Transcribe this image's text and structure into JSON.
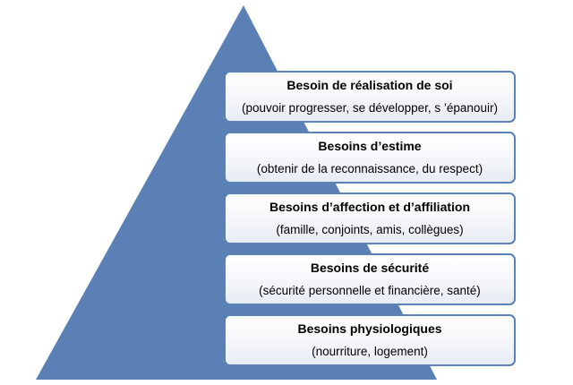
{
  "colors": {
    "pyramid_fill": "#5a80b6",
    "box_border": "#5b82b5",
    "text": "#000000"
  },
  "levels": [
    {
      "title": "Besoin de réalisation de soi",
      "detail": "(pouvoir progresser, se développer, s ’épanouir)"
    },
    {
      "title": "Besoins d’estime",
      "detail": "(obtenir de la reconnaissance, du respect)"
    },
    {
      "title": "Besoins d’affection et d’affiliation",
      "detail": "(famille, conjoints, amis, collègues)"
    },
    {
      "title": "Besoins de sécurité",
      "detail": "(sécurité personnelle et financière, santé)"
    },
    {
      "title": "Besoins physiologiques",
      "detail": "(nourriture, logement)"
    }
  ]
}
